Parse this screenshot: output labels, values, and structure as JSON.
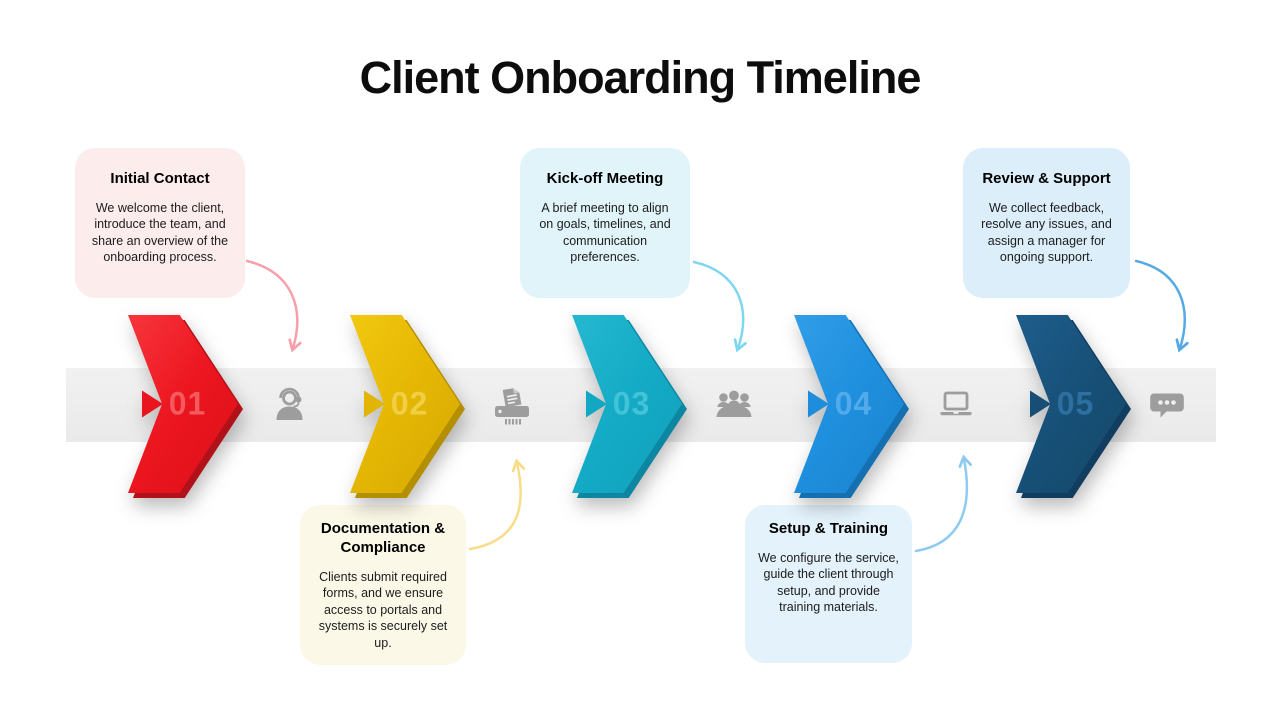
{
  "slide": {
    "title": "Client Onboarding Timeline"
  },
  "timeline": {
    "band_color": "#ededed",
    "icon_color": "#9d9d9d"
  },
  "steps": [
    {
      "number": "01",
      "title": "Initial Contact",
      "description": "We welcome the client, introduce the team, and share an overview of the onboarding process.",
      "card_position": "above",
      "icon": "support-agent-icon",
      "colors": {
        "arrow": "#ec161f",
        "arrow_bevel": "#b11118",
        "number": "#f25a60",
        "card_bg": "#fcecec",
        "connector": "#f5a0ab"
      }
    },
    {
      "number": "02",
      "title": "Documentation & Compliance",
      "description": "Clients submit required forms, and we ensure access to portals and systems is securely set up.",
      "card_position": "below",
      "icon": "shredder-icon",
      "colors": {
        "arrow": "#e5b704",
        "arrow_bevel": "#b58f02",
        "number": "#f1cf45",
        "card_bg": "#fcf8e8",
        "connector": "#f8dc8a"
      }
    },
    {
      "number": "03",
      "title": "Kick-off Meeting",
      "description": "A brief meeting to align on goals, timelines, and communication preferences.",
      "card_position": "above",
      "icon": "meeting-people-icon",
      "colors": {
        "arrow": "#14abc6",
        "arrow_bevel": "#0d87a1",
        "number": "#44c2d8",
        "card_bg": "#e0f4fa",
        "connector": "#7ed7ef"
      }
    },
    {
      "number": "04",
      "title": "Setup & Training",
      "description": "We configure the service, guide the client through setup, and provide training materials.",
      "card_position": "below",
      "icon": "laptop-icon",
      "colors": {
        "arrow": "#1f90de",
        "arrow_bevel": "#1570b2",
        "number": "#52aaea",
        "card_bg": "#e3f2fb",
        "connector": "#8fcbf1"
      }
    },
    {
      "number": "05",
      "title": "Review & Support",
      "description": "We collect feedback, resolve any issues, and assign a manager for ongoing support.",
      "card_position": "above",
      "icon": "chat-icon",
      "colors": {
        "arrow": "#175078",
        "arrow_bevel": "#113d60",
        "number": "#2e6fa2",
        "card_bg": "#dceefa",
        "connector": "#57a9e4"
      }
    }
  ]
}
